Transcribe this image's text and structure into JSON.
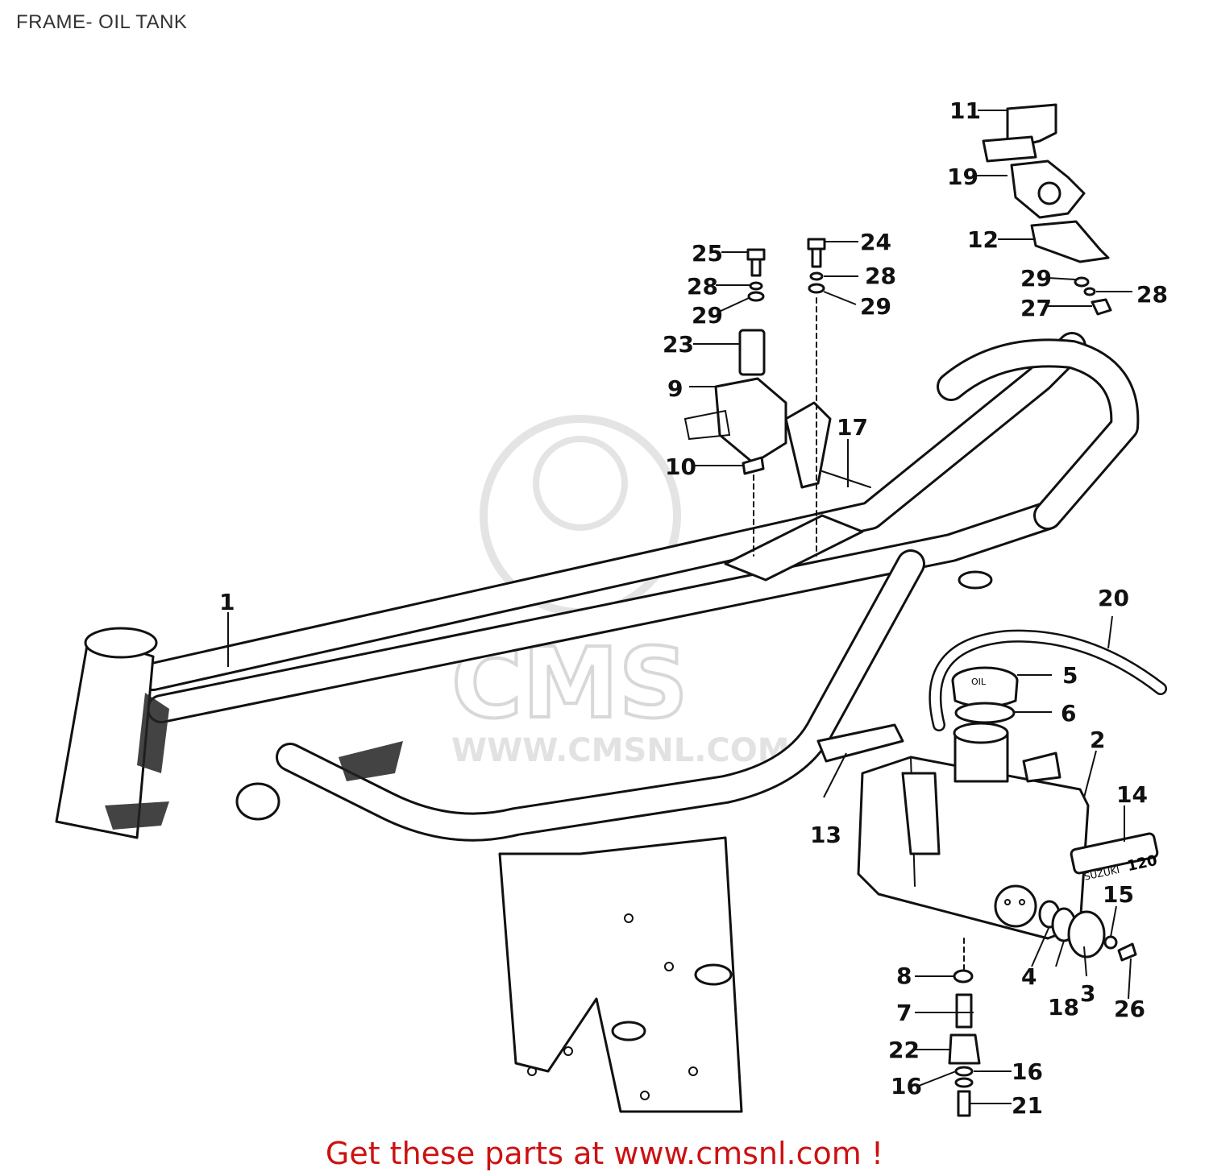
{
  "title": "FRAME- OIL TANK",
  "footer": "Get these parts at www.cmsnl.com !",
  "watermark": {
    "logo_text": "CMS",
    "url_text": "WWW.CMSNL.COM"
  },
  "tank_label": {
    "brand": "SUZUKI",
    "model": "120"
  },
  "cap_label": "OIL",
  "callouts": [
    {
      "id": "c1",
      "label": "1"
    },
    {
      "id": "c2",
      "label": "2"
    },
    {
      "id": "c3",
      "label": "3"
    },
    {
      "id": "c4",
      "label": "4"
    },
    {
      "id": "c5",
      "label": "5"
    },
    {
      "id": "c6",
      "label": "6"
    },
    {
      "id": "c7",
      "label": "7"
    },
    {
      "id": "c8",
      "label": "8"
    },
    {
      "id": "c9",
      "label": "9"
    },
    {
      "id": "c10",
      "label": "10"
    },
    {
      "id": "c11",
      "label": "11"
    },
    {
      "id": "c12",
      "label": "12"
    },
    {
      "id": "c13",
      "label": "13"
    },
    {
      "id": "c14",
      "label": "14"
    },
    {
      "id": "c15",
      "label": "15"
    },
    {
      "id": "c16a",
      "label": "16"
    },
    {
      "id": "c16b",
      "label": "16"
    },
    {
      "id": "c17",
      "label": "17"
    },
    {
      "id": "c18",
      "label": "18"
    },
    {
      "id": "c19",
      "label": "19"
    },
    {
      "id": "c20",
      "label": "20"
    },
    {
      "id": "c21",
      "label": "21"
    },
    {
      "id": "c22",
      "label": "22"
    },
    {
      "id": "c23",
      "label": "23"
    },
    {
      "id": "c24",
      "label": "24"
    },
    {
      "id": "c25",
      "label": "25"
    },
    {
      "id": "c26",
      "label": "26"
    },
    {
      "id": "c27",
      "label": "27"
    },
    {
      "id": "c28a",
      "label": "28"
    },
    {
      "id": "c28b",
      "label": "28"
    },
    {
      "id": "c28c",
      "label": "28"
    },
    {
      "id": "c29a",
      "label": "29"
    },
    {
      "id": "c29b",
      "label": "29"
    },
    {
      "id": "c29c",
      "label": "29"
    }
  ]
}
